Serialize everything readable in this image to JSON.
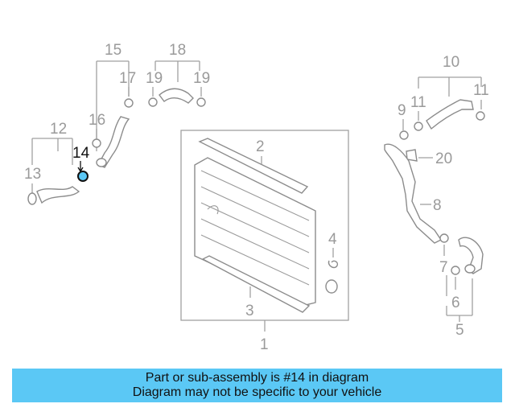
{
  "callouts": {
    "c1": "1",
    "c2": "2",
    "c3": "3",
    "c4": "4",
    "c5": "5",
    "c6": "6",
    "c7": "7",
    "c8": "8",
    "c9": "9",
    "c10": "10",
    "c11a": "11",
    "c11b": "11",
    "c12": "12",
    "c13": "13",
    "c14": "14",
    "c15": "15",
    "c16": "16",
    "c17": "17",
    "c18": "18",
    "c19a": "19",
    "c19b": "19",
    "c20": "20"
  },
  "highlighted_part": "14",
  "colors": {
    "caption_bg": "#5bc8f5",
    "highlight": "#111111",
    "callout": "#9a9a9a"
  },
  "caption": {
    "line1": "Part or sub-assembly is #14 in diagram",
    "line2": "Diagram may not be specific to your vehicle"
  }
}
